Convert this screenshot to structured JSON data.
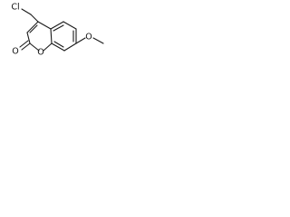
{
  "molecule": {
    "labels": {
      "chlorine": "Cl",
      "ring_oxygen": "O",
      "carbonyl_oxygen": "O",
      "methoxy_oxygen": "O"
    },
    "colors": {
      "bond": "#1a1a1a",
      "text": "#111111",
      "background": "#ffffff"
    }
  }
}
